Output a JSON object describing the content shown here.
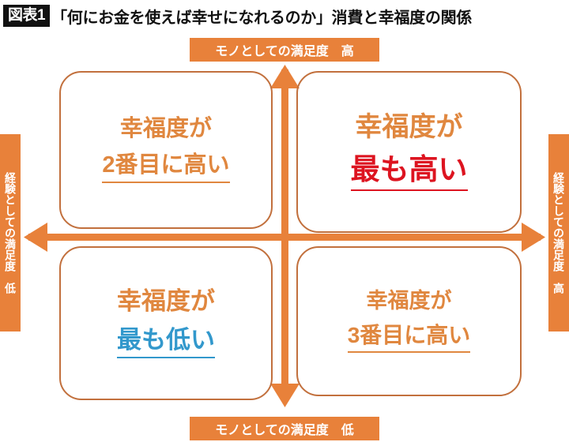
{
  "header": {
    "badge": "図表1",
    "title": "「何にお金を使えば幸せになれるのか」消費と幸福度の関係"
  },
  "axes": {
    "top_label": "モノとしての満足度　高",
    "bottom_label": "モノとしての満足度　低",
    "left_label": "経験としての満足度　低",
    "right_label": "経験としての満足度　高",
    "vertical_axis_name": "モノとしての満足度",
    "horizontal_axis_name": "経験としての満足度"
  },
  "quadrants": {
    "top_left": {
      "line1": "幸福度が",
      "line2": "2番目に高い",
      "rank": 2,
      "color": "#e0873f"
    },
    "top_right": {
      "line1": "幸福度が",
      "line2": "最も高い",
      "rank": 1,
      "color": "#dd1420"
    },
    "bottom_left": {
      "line1": "幸福度が",
      "line2": "最も低い",
      "rank": 4,
      "color": "#3298cc"
    },
    "bottom_right": {
      "line1": "幸福度が",
      "line2": "3番目に高い",
      "rank": 3,
      "color": "#e0873f"
    }
  },
  "colors": {
    "orange_bar": "#e8813a",
    "orange_text": "#e0873f",
    "box_border": "#c2703d",
    "red": "#dd1420",
    "blue": "#3298cc",
    "badge_bg": "#111111",
    "background": "#ffffff"
  }
}
